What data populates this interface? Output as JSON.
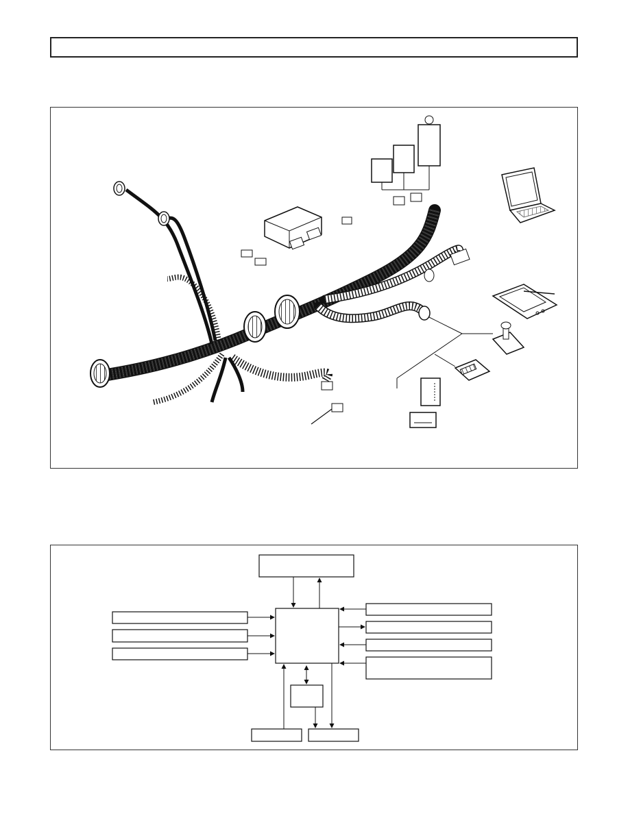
{
  "header": {
    "title": ""
  },
  "harness_diagram": {
    "components": [
      "wiring-harness",
      "control-module",
      "relay-bank",
      "laptop",
      "pda",
      "joystick-controller",
      "keypad-module",
      "display-module",
      "connector-module"
    ]
  },
  "block_diagram": {
    "boxes": {
      "top": "",
      "left_1": "",
      "left_2": "",
      "left_3": "",
      "center": "",
      "right_1": "",
      "right_2": "",
      "right_3": "",
      "right_4": "",
      "sub": "",
      "bottom_left": "",
      "bottom_right": ""
    }
  }
}
